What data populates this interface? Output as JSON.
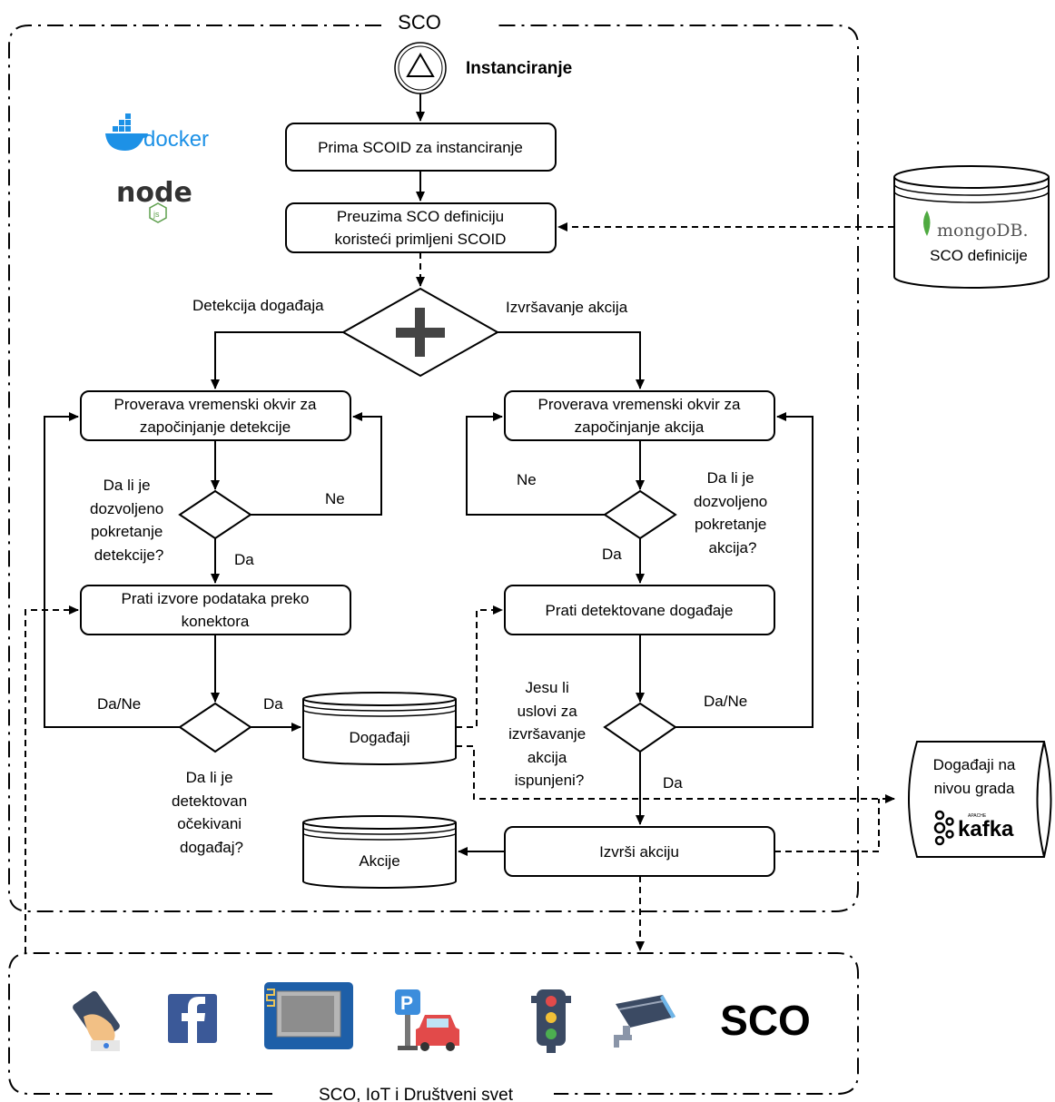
{
  "outer": {
    "title": "SCO"
  },
  "bottom": {
    "title": "SCO, IoT i Društveni svet",
    "sco_label": "SCO",
    "icons": [
      "smartphone-hand-icon",
      "facebook-icon",
      "esp-board-icon",
      "parking-car-icon",
      "traffic-light-icon",
      "security-camera-icon"
    ]
  },
  "logos": {
    "docker": "docker",
    "node": "node",
    "node_js": "js",
    "mongo": "mongoDB.",
    "kafka": "kafka",
    "kafka_small": "APACHE"
  },
  "start": {
    "label": "Instanciranje"
  },
  "steps": {
    "receive": "Prima SCOID za instanciranje",
    "fetch_1": "Preuzima SCO definiciju",
    "fetch_2": "koristeći primljeni SCOID",
    "check_det_1": "Proverava vremenski okvir za",
    "check_det_2": "započinjanje detekcije",
    "check_act_1": "Proverava vremenski okvir za",
    "check_act_2": "započinjanje akcija",
    "monitor_src_1": "Prati izvore podataka preko",
    "monitor_src_2": "konektora",
    "monitor_events": "Prati detektovane događaje",
    "execute": "Izvrši akciju"
  },
  "stores": {
    "events": "Događaji",
    "actions": "Akcije",
    "mongo_caption": "SCO definicije",
    "city_1": "Događaji na",
    "city_2": "nivou grada"
  },
  "gateway": {
    "left": "Detekcija događaja",
    "right": "Izvršavanje akcija"
  },
  "decisions": {
    "det_allowed": [
      "Da li je",
      "dozvoljeno",
      "pokretanje",
      "detekcije?"
    ],
    "act_allowed": [
      "Da li je",
      "dozvoljeno",
      "pokretanje",
      "akcija?"
    ],
    "detected": [
      "Da li je",
      "detektovan",
      "očekivani",
      "događaj?"
    ],
    "conditions": [
      "Jesu li",
      "uslovi za",
      "izvršavanje",
      "akcija",
      "ispunjeni?"
    ]
  },
  "edges": {
    "yes": "Da",
    "no": "Ne",
    "yes_no": "Da/Ne"
  }
}
